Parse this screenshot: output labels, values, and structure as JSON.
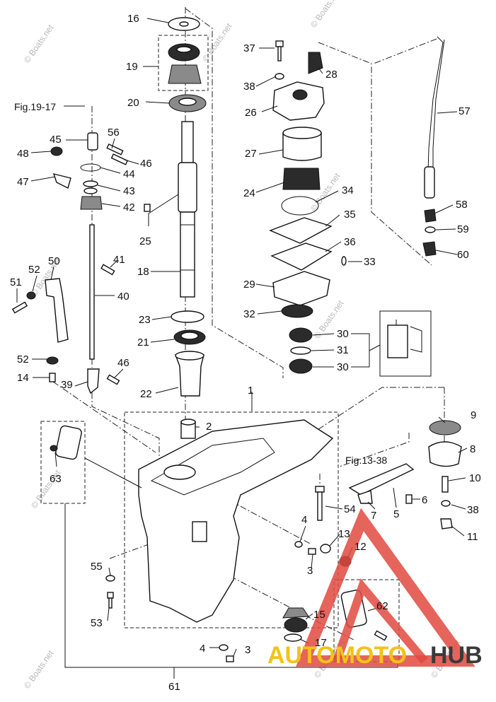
{
  "callouts": [
    "1",
    "2",
    "3",
    "4",
    "5",
    "6",
    "7",
    "8",
    "9",
    "10",
    "11",
    "12",
    "13",
    "14",
    "15",
    "16",
    "17",
    "18",
    "19",
    "20",
    "21",
    "22",
    "23",
    "24",
    "25",
    "26",
    "27",
    "28",
    "29",
    "30",
    "31",
    "32",
    "33",
    "34",
    "35",
    "36",
    "37",
    "38",
    "39",
    "40",
    "41",
    "42",
    "43",
    "44",
    "45",
    "46",
    "47",
    "48",
    "50",
    "51",
    "52",
    "53",
    "54",
    "55",
    "56",
    "57",
    "58",
    "59",
    "60",
    "61",
    "62",
    "63"
  ],
  "references": {
    "fig_19_17": "Fig.19-17",
    "fig_13_38": "Fig.13-38"
  },
  "watermark": "© Boats.net",
  "brand": {
    "part_a": "AUTOMOTO",
    "part_b": "HUB",
    "accent": "#f2c318",
    "triangle": "#e0493f"
  }
}
